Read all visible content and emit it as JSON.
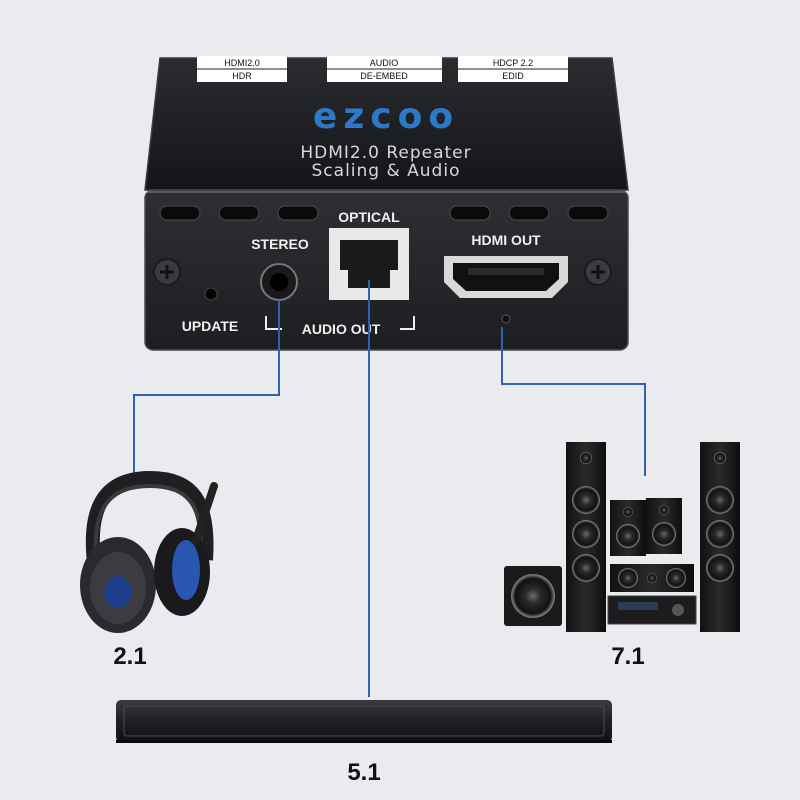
{
  "device": {
    "brand": "ezcoo",
    "title_line1": "HDMI2.0 Repeater",
    "title_line2": "Scaling & Audio",
    "badges": [
      {
        "top": "HDMI2.0",
        "bottom": "HDR"
      },
      {
        "top": "AUDIO",
        "bottom": "DE-EMBED"
      },
      {
        "top": "HDCP 2.2",
        "bottom": "EDID"
      }
    ],
    "ports": {
      "optical_label": "OPTICAL",
      "stereo_label": "STEREO",
      "hdmi_out_label": "HDMI OUT",
      "update_label": "UPDATE",
      "audio_out_label": "AUDIO OUT"
    }
  },
  "outputs": {
    "headphones": "2.1",
    "speakers": "7.1",
    "soundbar": "5.1"
  },
  "colors": {
    "background": "#e9ebee",
    "device_body": "#232428",
    "brand_blue": "#2e78c8",
    "connector_line": "#2f62b0"
  }
}
